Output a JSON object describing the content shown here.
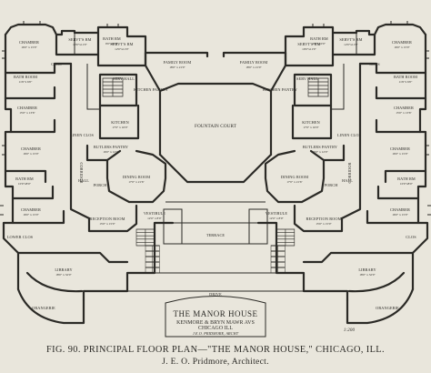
{
  "rooms_left": [
    {
      "name": "CHAMBER",
      "dim": "16'0\" x 15'0\""
    },
    {
      "name": "SERVT'S RM",
      "dim": "10'0\"x11'0\""
    },
    {
      "name": "BATH RM",
      "dim": "9'0\"x10'0\""
    },
    {
      "name": "SERVT'S RM",
      "dim": "12'0\"x11'0\""
    },
    {
      "name": "BATH ROOM",
      "dim": "11'6\"x 6'0\""
    },
    {
      "name": "CLOS",
      "dim": ""
    },
    {
      "name": "CHAMBER",
      "dim": "15'0\" x 13'6\""
    },
    {
      "name": "LINEN CLOS",
      "dim": ""
    },
    {
      "name": "CHAMBER",
      "dim": "16'0\" x 15'0\""
    },
    {
      "name": "BATH RM",
      "dim": "10'0\"x8'0\""
    },
    {
      "name": "CHAMBER",
      "dim": "16'0\" x 15'0\""
    },
    {
      "name": "LOWER CLOS",
      "dim": ""
    },
    {
      "name": "LIBRARY",
      "dim": "18'0\" x 32'0\""
    },
    {
      "name": "ORANGERIE",
      "dim": ""
    },
    {
      "name": "KITCHEN",
      "dim": "17'0\" x 16'0\""
    },
    {
      "name": "BUTLERS PANTRY",
      "dim": "16'0\" x 12'0\""
    },
    {
      "name": "DINING ROOM",
      "dim": "17'0\" x 21'6\""
    },
    {
      "name": "RECEPTION ROOM",
      "dim": "15'0\" x 15'0\""
    },
    {
      "name": "HALL",
      "dim": ""
    },
    {
      "name": "VESTIBULE",
      "dim": "12'0\" x 8'0\""
    },
    {
      "name": "KITCHEN PANTRY",
      "dim": ""
    },
    {
      "name": "SERV HALL",
      "dim": ""
    },
    {
      "name": "FAMILY ROOM",
      "dim": "18'0\" x 21'0\""
    },
    {
      "name": "CORRIDOR",
      "dim": ""
    },
    {
      "name": "PORCH",
      "dim": ""
    }
  ],
  "rooms_right": [
    {
      "name": "CHAMBER",
      "dim": "16'0\" x 15'0\""
    },
    {
      "name": "SERVT'S RM",
      "dim": "12'0\"x11'0\""
    },
    {
      "name": "BATH RM",
      "dim": "9'0\"x10'0\""
    },
    {
      "name": "SERVT'S RM",
      "dim": "10'0\"x11'0\""
    },
    {
      "name": "BATH ROOM",
      "dim": "11'6\"x 6'0\""
    },
    {
      "name": "CLOS",
      "dim": ""
    },
    {
      "name": "CHAMBER",
      "dim": "15'0\" x 13'6\""
    },
    {
      "name": "LINEN CLOS",
      "dim": ""
    },
    {
      "name": "CHAMBER",
      "dim": "16'0\" x 15'0\""
    },
    {
      "name": "BATH RM",
      "dim": "10'0\"x8'0\""
    },
    {
      "name": "CHAMBER",
      "dim": "16'0\" x 15'0\""
    },
    {
      "name": "CLOS",
      "dim": ""
    },
    {
      "name": "LIBRARY",
      "dim": "18'0\" x 32'0\""
    },
    {
      "name": "ORANGERIE",
      "dim": ""
    },
    {
      "name": "KITCHEN",
      "dim": "17'0\" x 16'0\""
    },
    {
      "name": "BUTLERS PANTRY",
      "dim": "16'0\" x 12'0\""
    },
    {
      "name": "DINING ROOM",
      "dim": "17'0\" x 21'6\""
    },
    {
      "name": "RECEPTION ROOM",
      "dim": "15'0\" x 15'0\""
    },
    {
      "name": "HALL",
      "dim": ""
    },
    {
      "name": "VESTIBULE",
      "dim": "12'0\" x 8'0\""
    },
    {
      "name": "KITCHEN PANTRY",
      "dim": ""
    },
    {
      "name": "SERV HALL",
      "dim": ""
    },
    {
      "name": "FAMILY ROOM",
      "dim": "18'0\" x 21'0\""
    },
    {
      "name": "CORRIDOR",
      "dim": ""
    },
    {
      "name": "PORCH",
      "dim": ""
    }
  ],
  "center": {
    "court": "FOUNTAIN COURT",
    "terrace": "TERRACE",
    "drive": "DRIVE"
  },
  "title_block": {
    "title": "THE MANOR HOUSE",
    "line1": "KENMORE & BRYN MAWR AVS",
    "line2": "CHICAGO ILL",
    "architect": "J.E.O. PRIDMORE, ARCHT"
  },
  "scale_note": "1:200",
  "caption": {
    "line1": "FIG. 90. PRINCIPAL FLOOR PLAN—\"THE MANOR HOUSE,\" CHICAGO, ILL.",
    "line2": "J. E. O. Pridmore, Architect."
  },
  "colors": {
    "paper": "#e9e6dc",
    "ink": "#2b2a26"
  }
}
